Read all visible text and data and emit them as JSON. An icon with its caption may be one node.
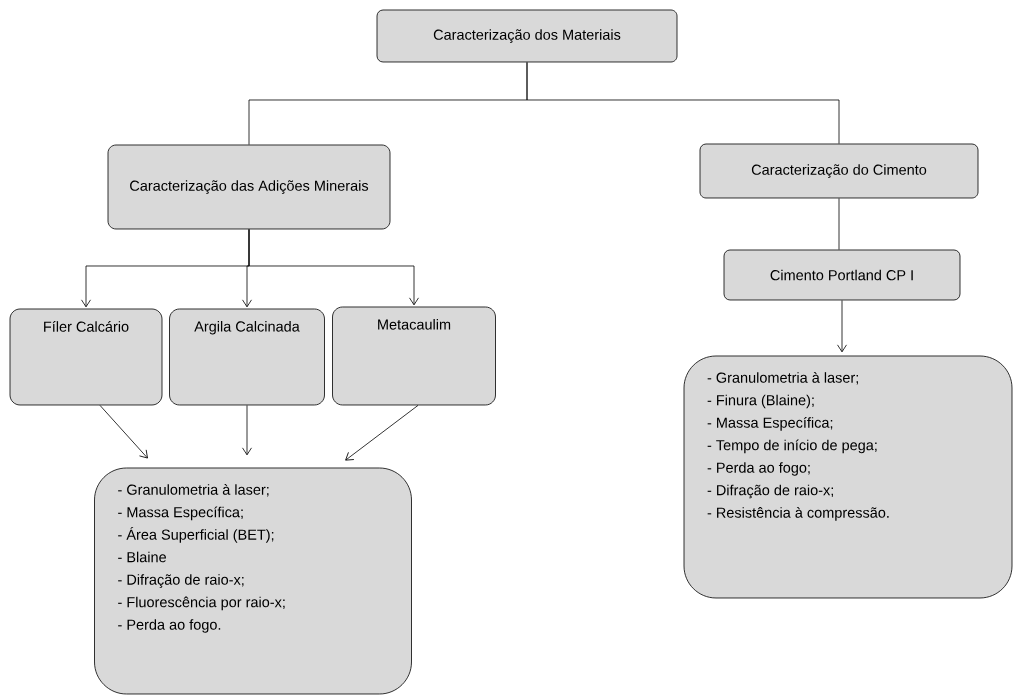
{
  "diagram": {
    "nodes": [
      {
        "text": [
          "Caracterização dos Materiais"
        ]
      },
      {
        "text": [
          "Caracterização das Adições Minerais"
        ]
      },
      {
        "text": [
          "Caracterização do Cimento"
        ]
      },
      {
        "text": [
          "Cimento Portland CP I"
        ]
      },
      {
        "text": [
          "Fíler Calcário"
        ]
      },
      {
        "text": [
          "Argila Calcinada"
        ]
      },
      {
        "text": [
          "Metacaulim"
        ]
      },
      {
        "text": [
          "- Granulometria à laser;",
          "- Massa Específica;",
          "- Área Superficial (BET);",
          "- Blaine",
          "- Difração de raio-x;",
          "- Fluorescência por raio-x;",
          "- Perda ao fogo."
        ]
      },
      {
        "text": [
          "- Granulometria à laser;",
          "- Finura (Blaine);",
          "- Massa Específica;",
          "- Tempo de início de pega;",
          "- Perda ao fogo;",
          "- Difração de raio-x;",
          "- Resistência à compressão."
        ]
      }
    ],
    "edges": [
      {
        "from": 0,
        "to": 1,
        "arrow": "none"
      },
      {
        "from": 0,
        "to": 2,
        "arrow": "none"
      },
      {
        "from": 2,
        "to": 3,
        "arrow": "none"
      },
      {
        "from": 1,
        "to": 4,
        "arrow": "to"
      },
      {
        "from": 1,
        "to": 5,
        "arrow": "to"
      },
      {
        "from": 1,
        "to": 6,
        "arrow": "to"
      },
      {
        "from": 3,
        "to": 8,
        "arrow": "to"
      },
      {
        "from": 4,
        "to": 7,
        "arrow": "to"
      },
      {
        "from": 5,
        "to": 7,
        "arrow": "to"
      },
      {
        "from": 6,
        "to": 7,
        "arrow": "to"
      }
    ]
  }
}
